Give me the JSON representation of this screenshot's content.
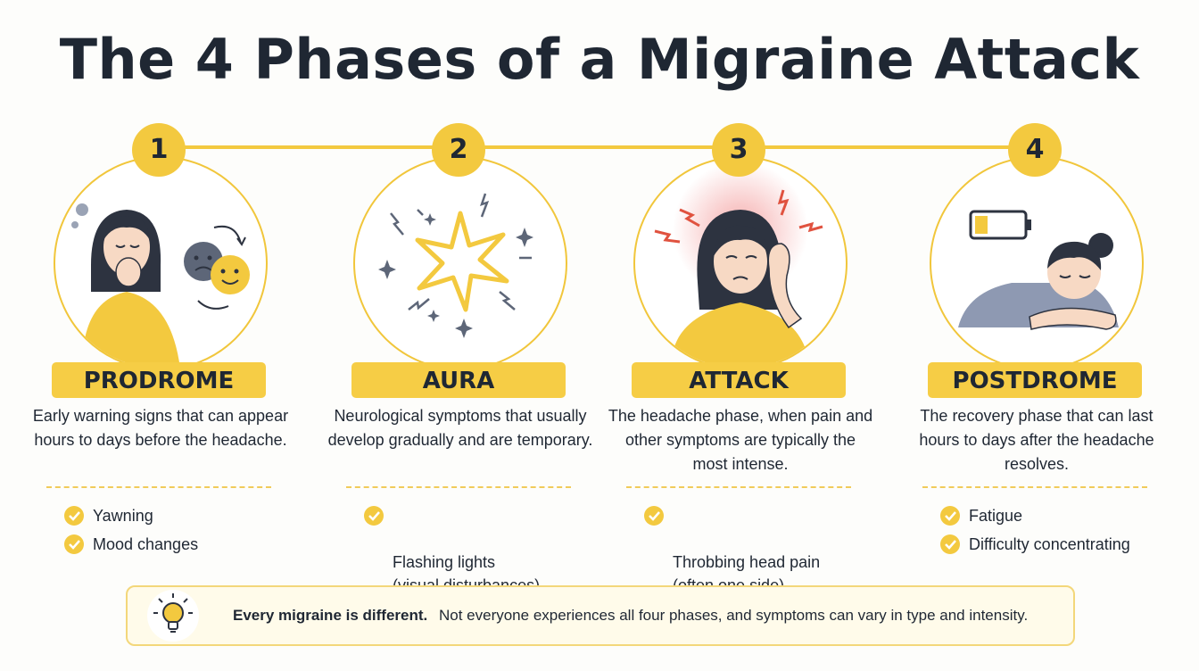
{
  "title": "The 4 Phases of a Migraine Attack",
  "colors": {
    "accent": "#f3c93f",
    "text": "#1f2733",
    "note_bg": "#fffbea"
  },
  "phases": [
    {
      "number": "1",
      "name": "PRODROME",
      "description": "Early warning signs that can appear hours to days before the headache.",
      "illustration": "yawning-woman-mood-faces",
      "bullets": [
        "Yawning",
        "Mood changes"
      ]
    },
    {
      "number": "2",
      "name": "AURA",
      "description": "Neurological symptoms that usually develop gradually and are temporary.",
      "illustration": "flashing-lights-starburst",
      "bullets": [
        "Flashing lights\n(visual disturbances)"
      ]
    },
    {
      "number": "3",
      "name": "ATTACK",
      "description": "The headache phase, when pain and other symptoms are typically the most intense.",
      "illustration": "woman-holding-head-in-pain",
      "bullets": [
        "Throbbing head pain\n(often one side)"
      ]
    },
    {
      "number": "4",
      "name": "POSTDROME",
      "description": "The recovery phase that can last hours to days after the headache resolves.",
      "illustration": "tired-woman-low-battery",
      "bullets": [
        "Fatigue",
        "Difficulty concentrating"
      ]
    }
  ],
  "note": {
    "icon": "lightbulb-icon",
    "bold": "Every migraine is different.",
    "text": "Not everyone experiences all four phases, and symptoms can vary in type and intensity."
  }
}
